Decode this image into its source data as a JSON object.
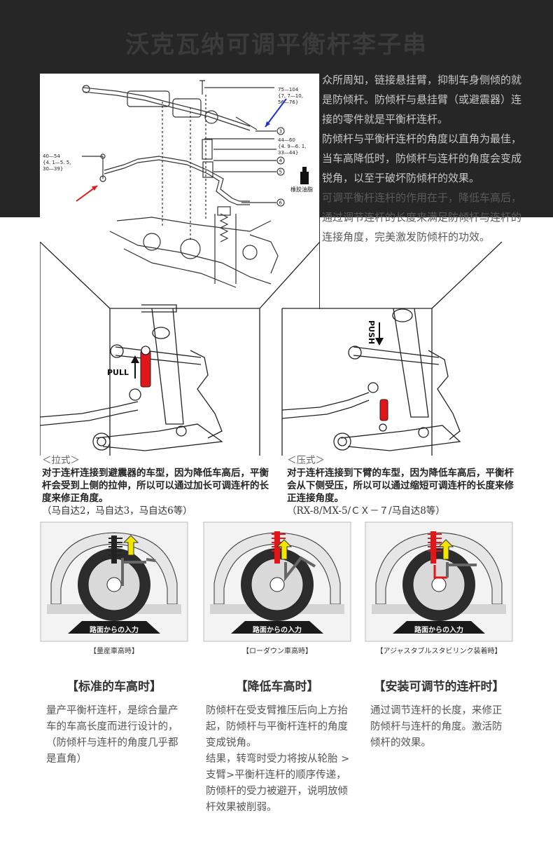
{
  "header": {
    "title": "沃克瓦纳可调平衡杆李子串"
  },
  "intro": {
    "p1": "众所周知，链接悬挂臂，抑制车身侧倾的就是防倾杆。防倾杆与悬挂臂（或避震器）连接的零件就是平衡杆连杆。",
    "p2": "防倾杆与平衡杆连杆的角度以直角为最佳，当车高降低时，防倾杆与连杆的角度会变成锐角，以至于破坏防倾杆的效果。",
    "p3": "可调平衡杆连杆的作用在于，降低车高后，通过调节连杆的长度来满足防倾杆与连杆的连接角度，完美激发防倾杆的功效。"
  },
  "diagram": {
    "spec1": "75—104",
    "spec2": "{7, 7—10,",
    "spec3": "56—76}",
    "spec4": "44—60",
    "spec5": "{4. 9—6. 1,",
    "spec6": "33—44}",
    "spec7": "40—54",
    "spec8": "{4. 1—5. 5,",
    "spec9": "30—39}",
    "n3": "3",
    "n4": "4",
    "n5": "5",
    "n6": "6",
    "grease": "橡胶油脂"
  },
  "suspension": {
    "pull_label": "PULL",
    "push_label": "PUSH",
    "left": {
      "tag": "＜拉式＞",
      "text": "对于连杆连接到避震器的车型，因为降低车高后，平衡杆会受到上侧的拉伸，所以可以通过加长可调连杆的长度来修正角度。",
      "models": "（马自达2，马自达3，马自达6等）"
    },
    "right": {
      "tag": "＜压式＞",
      "text": "对于连杆连接到下臂的车型，因为降低车高后，平衡杆会从下侧受压，所以可以通过缩短可调连杆的长度来修正连接角度。",
      "models": "（RX-8/MX-5/ＣＸ－７/马自达8等）"
    }
  },
  "comparison": {
    "road_label": "路面からの入力",
    "items": [
      {
        "caption": "【量産車高時】",
        "heading": "【标准的车高时】",
        "text": [
          "量产平衡杆连杆，是综合量产车的车高长度而进行设计的，（防倾杆与连杆的角度几乎都是直角）"
        ]
      },
      {
        "caption": "【ローダウン車高時】",
        "heading": "【降低车高时】",
        "text": [
          "防倾杆在受支臂推压后向上方抬起，防倾杆与平衡杆连杆的角度变成锐角。",
          "结果，转弯时受力将按从轮胎 > 支臂>平衡杆连杆的顺序传递，防倾杆的受力被避开，说明放倾杆效果被削弱。"
        ]
      },
      {
        "caption": "【アジャスタブルスタビリンク装着時】",
        "heading": "【安装可调节的连杆时】",
        "text": [
          "通过调节连杆的长度，来修正防倾杆与连杆的角度。激活防倾杆的效果。"
        ]
      }
    ]
  },
  "colors": {
    "header_bg": "#262626",
    "accent_red": "#e0161b",
    "arrow_blue": "#1f2fd8",
    "arrow_yellow": "#f2e600"
  }
}
